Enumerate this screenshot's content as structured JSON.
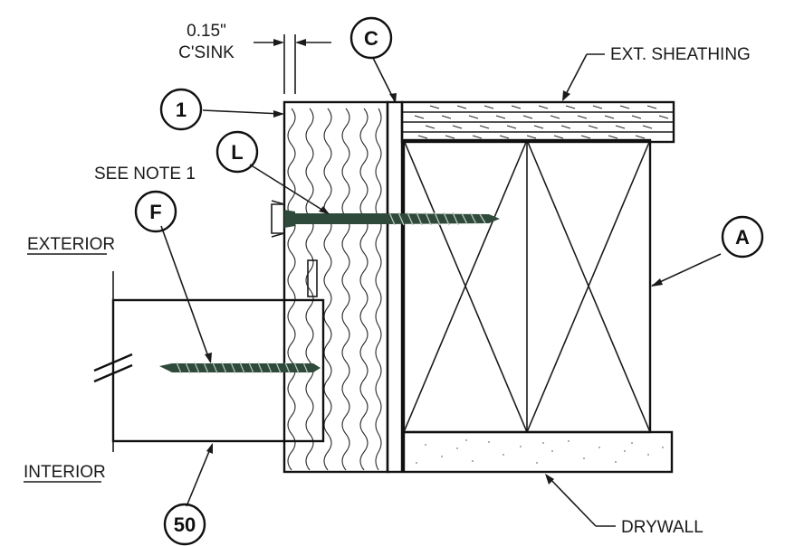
{
  "labels": {
    "countersink_value": "0.15\"",
    "countersink_text": "C'SINK",
    "ext_sheathing": "EXT. SHEATHING",
    "see_note": "SEE NOTE 1",
    "exterior": "EXTERIOR",
    "interior": "INTERIOR",
    "drywall": "DRYWALL"
  },
  "callouts": {
    "c": "C",
    "one": "1",
    "l": "L",
    "f": "F",
    "a": "A",
    "fifty": "50"
  },
  "colors": {
    "ink": "#1a1a1a",
    "screw": "#2f4a3a",
    "paper": "#ffffff"
  }
}
